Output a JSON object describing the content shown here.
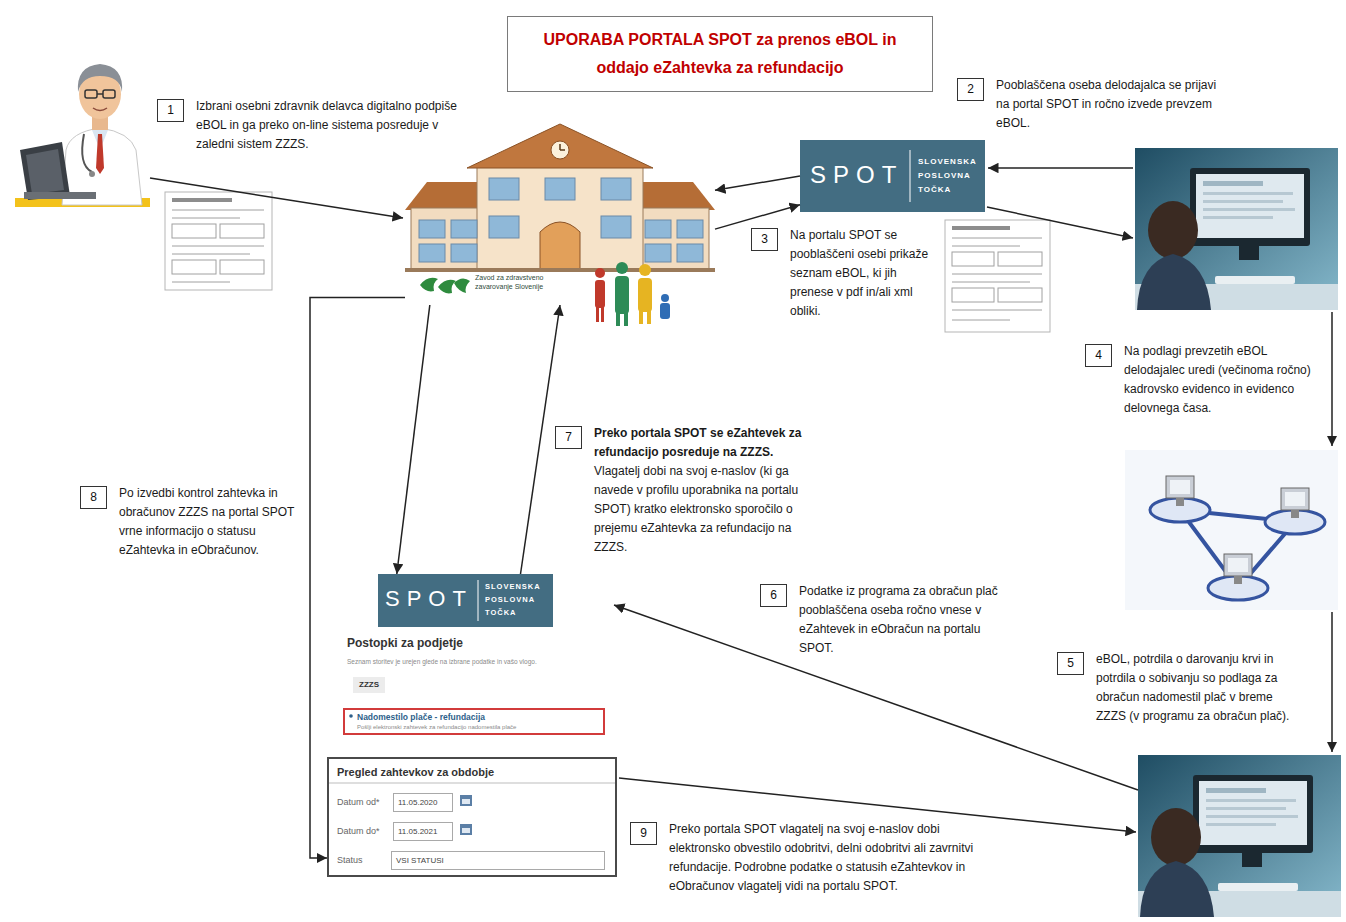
{
  "diagram": {
    "title": "UPORABA PORTALA SPOT za prenos eBOL in oddajo eZahtevka za refundacijo",
    "nodes": [
      {
        "text": [
          "1",
          "Izbrani osebni zdravnik delavca digitalno podpiše eBOL in ga preko on-line sistema posreduje v zaledni sistem ZZZS."
        ]
      },
      {
        "text": [
          "Zavod za zdravstveno zavarovanje Slovenije"
        ]
      },
      {
        "text": [
          "SPOT",
          "SLOVENSKA POSLOVNA TOČKA"
        ]
      },
      {
        "text": [
          "2",
          "Pooblaščena oseba delodajalca se prijavi na portal SPOT in ročno izvede prevzem eBOL."
        ]
      },
      {
        "text": [
          "3",
          "Na portalu SPOT se pooblaščeni osebi prikaže seznam eBOL, ki jih prenese v pdf in/ali xml obliki."
        ]
      },
      {
        "text": [
          "4",
          "Na podlagi prevzetih eBOL delodajalec uredi (večinoma ročno) kadrovsko evidenco in evidenco delovnega časa."
        ]
      },
      {
        "text": [
          "8",
          "Po izvedbi kontrol zahtevka in obračunov ZZZS na portal SPOT vrne informacijo o statusu eZahtevka in eObračunov."
        ]
      },
      {
        "text": [
          "7",
          "Preko portala SPOT se eZahtevek za refundacijo posreduje na ZZZS.",
          "Vlagatelj dobi na svoj e-naslov (ki ga navede v profilu uporabnika na portalu SPOT) kratko elektronsko sporočilo o prejemu eZahtevka za refundacijo na ZZZS."
        ]
      },
      {
        "text": [
          "SPOT",
          "SLOVENSKA POSLOVNA TOČKA",
          "Postopki za podjetje",
          "Seznam storitev je urejen glede na izbrane podatke in vašo vlogo.",
          "ZZZS"
        ]
      },
      {
        "text": [
          "Nadomestilo plače - refundacija",
          "Pošlji elektronski zahtevek za refundacijo nadomestila plače"
        ],
        "in": 8
      },
      {
        "text": [
          "6",
          "Podatke iz programa za obračun plač pooblaščena oseba ročno vnese v eZahtevek in eObračun na portalu SPOT."
        ]
      },
      {
        "text": [
          "5",
          "eBOL, potrdila o darovanju krvi in potrdila o sobivanju so podlaga za obračun nadomestil plač v breme ZZZS (v programu za obračun plač)."
        ]
      },
      {
        "text": [
          "Pregled zahtevkov za obdobje",
          "Datum od*",
          "Datum do*",
          "Status"
        ]
      },
      {
        "text": [
          "11.05.2020"
        ],
        "in": 12
      },
      {
        "text": [
          "11.05.2021"
        ],
        "in": 12
      },
      {
        "text": [
          "VSI STATUSI"
        ],
        "in": 12
      },
      {
        "text": [
          "9",
          "Preko portala SPOT vlagatelj na svoj e-naslov dobi elektronsko obvestilo odobritvi, delni odobritvi ali zavrnitvi refundacije. Podrobne podatke o statusih eZahtevkov in eObračunov vlagatelj vidi na portalu SPOT."
        ]
      }
    ],
    "edges": [
      {
        "from": 1,
        "to": 2,
        "arrow": "to"
      },
      {
        "from": 2,
        "to": 1,
        "arrow": "to"
      },
      {
        "from": 1,
        "to": 8,
        "arrow": "to"
      },
      {
        "from": 8,
        "to": 1,
        "arrow": "to"
      },
      {
        "from": 1,
        "to": 12,
        "arrow": "to"
      }
    ]
  }
}
